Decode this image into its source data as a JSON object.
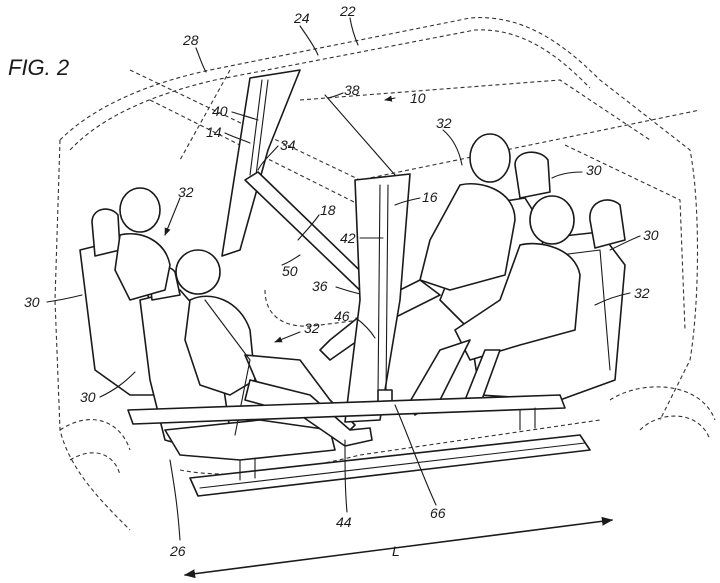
{
  "figure": {
    "title": "FIG. 2",
    "labels": {
      "l22": "22",
      "l24": "24",
      "l28": "28",
      "l38": "38",
      "l10": "10",
      "l40": "40",
      "l14": "14",
      "l34": "34",
      "l32a": "32",
      "l32b": "32",
      "l32c": "32",
      "l32d": "32",
      "l30a": "30",
      "l30b": "30",
      "l30c": "30",
      "l30d": "30",
      "l16": "16",
      "l18": "18",
      "l42": "42",
      "l50": "50",
      "l36": "36",
      "l46": "46",
      "l44": "44",
      "l66": "66",
      "l26": "26",
      "lL": "L"
    }
  }
}
